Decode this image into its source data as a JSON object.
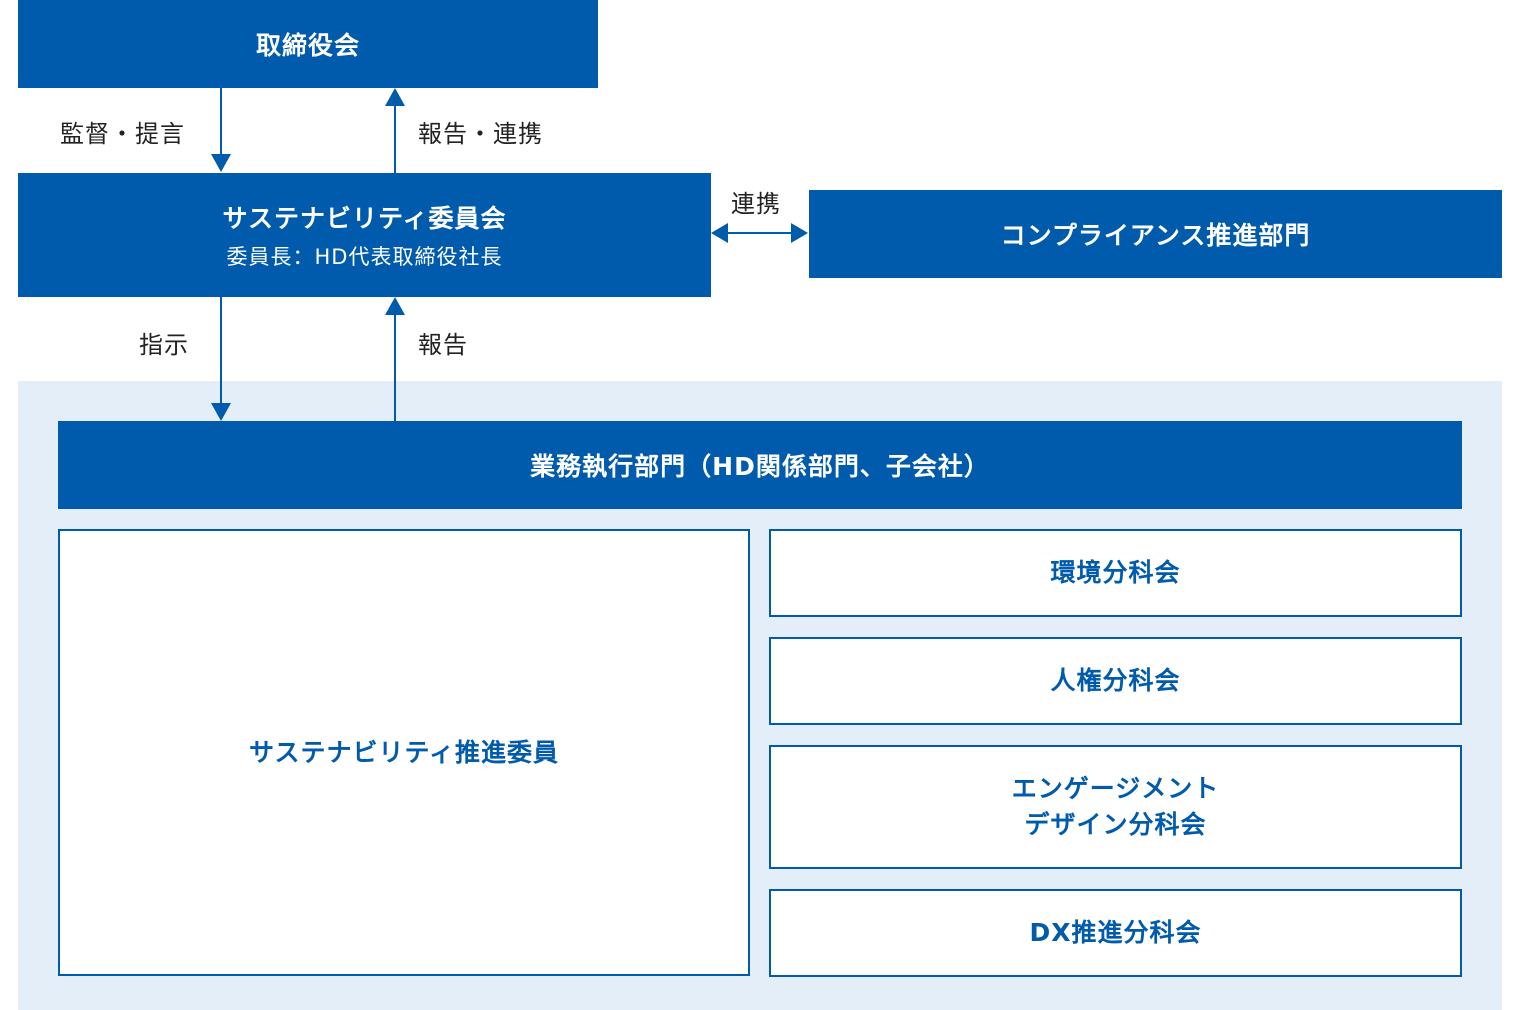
{
  "board": {
    "title": "取締役会"
  },
  "committee": {
    "title": "サステナビリティ委員会",
    "chair": "委員長：HD代表取締役社長"
  },
  "compliance": {
    "title": "コンプライアンス推進部門"
  },
  "execution": {
    "title": "業務執行部門（HD関係部門、子会社）"
  },
  "promoters": {
    "title": "サステナビリティ推進委員"
  },
  "subcommittees": [
    {
      "lines": [
        "環境分科会"
      ]
    },
    {
      "lines": [
        "人権分科会"
      ]
    },
    {
      "lines": [
        "エンゲージメント",
        "デザイン分科会"
      ]
    },
    {
      "lines": [
        "DX推進分科会"
      ]
    }
  ],
  "labels": {
    "supervise": "監督・提言",
    "report_link": "報告・連携",
    "link": "連携",
    "instruct": "指示",
    "report": "報告"
  },
  "colors": {
    "primary": "#005bac",
    "panel": "#e4eef8"
  }
}
